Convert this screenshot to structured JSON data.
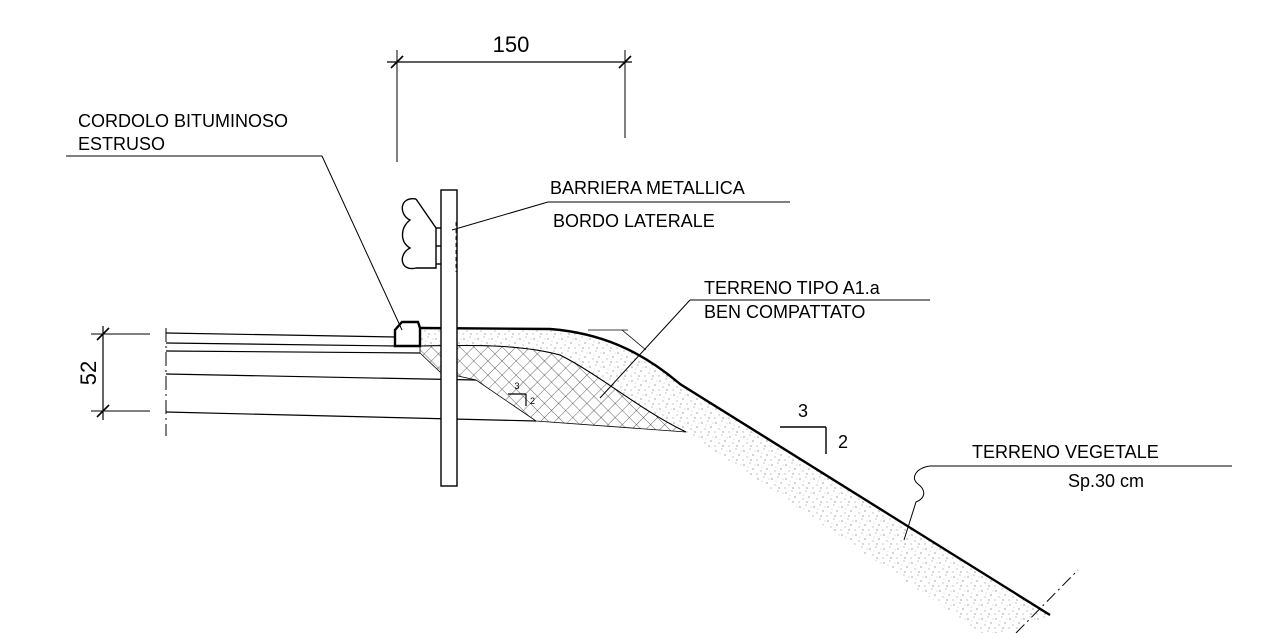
{
  "dimensions": {
    "width_150": "150",
    "height_52": "52"
  },
  "labels": {
    "cordolo_line1": "CORDOLO BITUMINOSO",
    "cordolo_line2": "ESTRUSO",
    "barriera_line1": "BARRIERA METALLICA",
    "barriera_line2": "BORDO LATERALE",
    "terreno_a1_line1": "TERRENO TIPO A1.a",
    "terreno_a1_line2": "BEN COMPATTATO",
    "vegetale_line1": "TERRENO VEGETALE",
    "vegetale_line2": "Sp.30 cm"
  },
  "slopes": {
    "main_run": "3",
    "main_rise": "2",
    "small_run": "3",
    "small_rise": "2"
  }
}
